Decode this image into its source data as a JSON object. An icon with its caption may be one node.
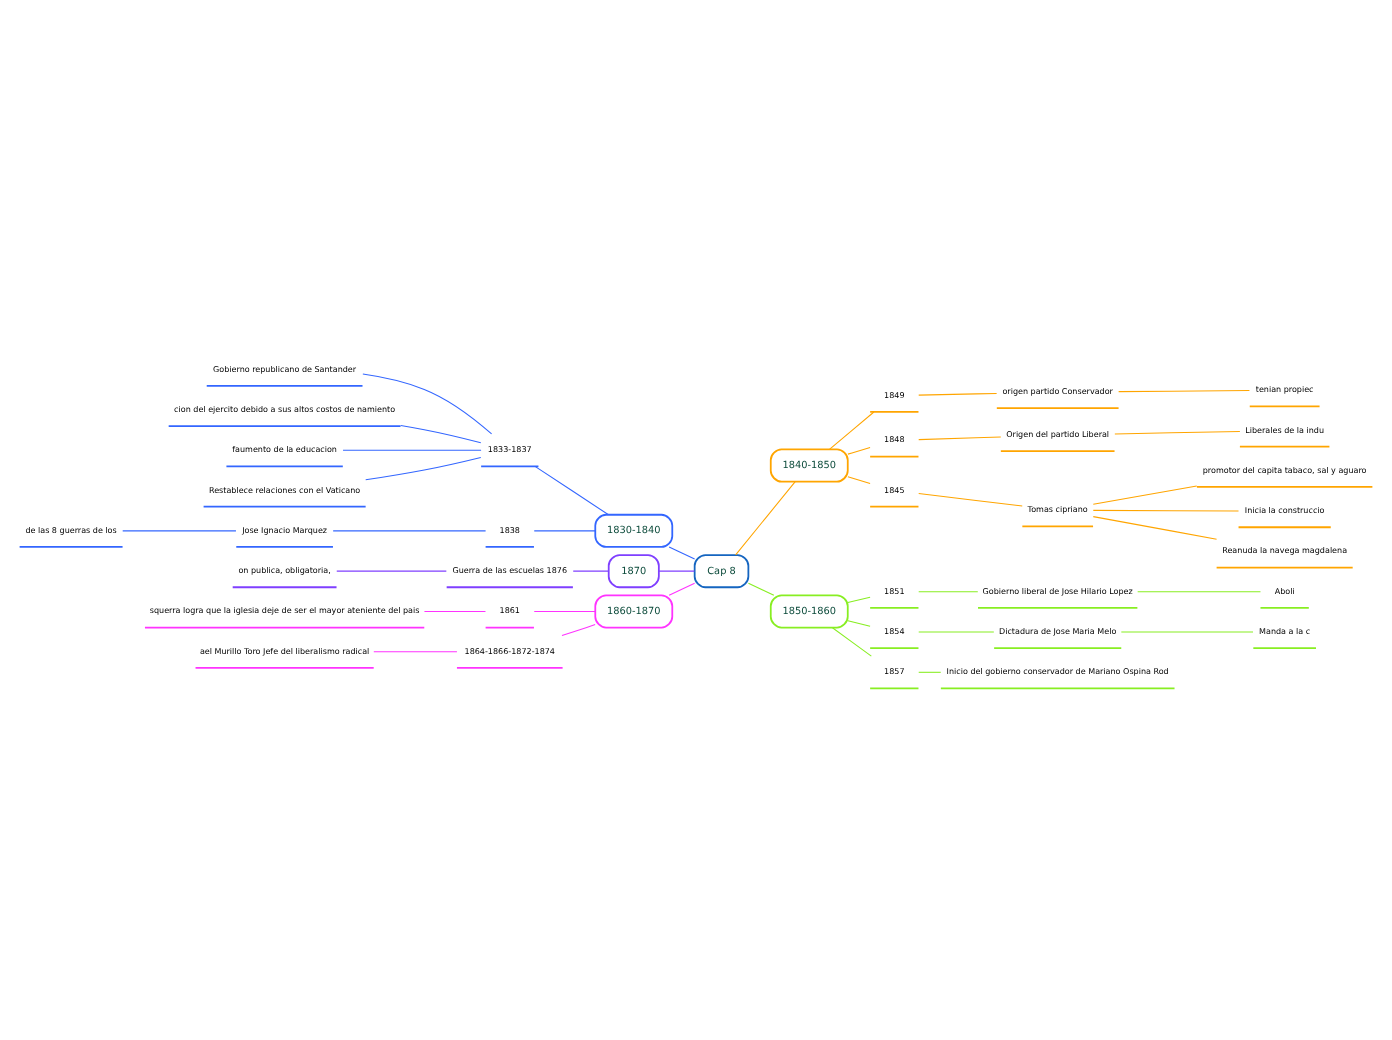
{
  "diagram": {
    "nodes": [
      {
        "text": [
          "Cap 8"
        ]
      },
      {
        "text": [
          "1830-1840"
        ]
      },
      {
        "text": [
          "1833-1837"
        ]
      },
      {
        "text": [
          "Gobierno republicano de Santander"
        ]
      },
      {
        "text": [
          "cion del ejercito debido a sus altos costos de namiento"
        ]
      },
      {
        "text": [
          "faumento de la educacion"
        ]
      },
      {
        "text": [
          "Restablece relaciones con el Vaticano"
        ]
      },
      {
        "text": [
          "1838"
        ]
      },
      {
        "text": [
          "Jose Ignacio Marquez"
        ]
      },
      {
        "text": [
          "de las 8 guerras de los"
        ]
      },
      {
        "text": [
          "1870"
        ]
      },
      {
        "text": [
          "Guerra de las escuelas 1876"
        ]
      },
      {
        "text": [
          "on publica, obligatoria,"
        ]
      },
      {
        "text": [
          "1860-1870"
        ]
      },
      {
        "text": [
          "1861"
        ]
      },
      {
        "text": [
          "squerra logra que la iglesia deje de ser el mayor ateniente del pais"
        ]
      },
      {
        "text": [
          "1864-1866-1872-1874"
        ]
      },
      {
        "text": [
          "ael Murillo Toro Jefe del liberalismo radical"
        ]
      },
      {
        "text": [
          "1840-1850"
        ]
      },
      {
        "text": [
          "1849"
        ]
      },
      {
        "text": [
          "origen partido Conservador"
        ]
      },
      {
        "text": [
          "tenian propiec"
        ]
      },
      {
        "text": [
          "1848"
        ]
      },
      {
        "text": [
          "Origen del partido Liberal"
        ]
      },
      {
        "text": [
          "Liberales de la indu"
        ]
      },
      {
        "text": [
          "1845"
        ]
      },
      {
        "text": [
          "Tomas cipriano"
        ]
      },
      {
        "text": [
          "promotor del capita tabaco, sal y aguaro"
        ]
      },
      {
        "text": [
          "Inicia la construccio"
        ]
      },
      {
        "text": [
          "Reanuda la navega magdalena"
        ]
      },
      {
        "text": [
          "1850-1860"
        ]
      },
      {
        "text": [
          "1851"
        ]
      },
      {
        "text": [
          "Gobierno liberal de Jose Hilario Lopez"
        ]
      },
      {
        "text": [
          "Aboli"
        ]
      },
      {
        "text": [
          "1854"
        ]
      },
      {
        "text": [
          "Dictadura de Jose Maria Melo"
        ]
      },
      {
        "text": [
          "Manda a la c"
        ]
      },
      {
        "text": [
          "1857"
        ]
      },
      {
        "text": [
          "Inicio del gobierno conservador de Mariano Ospina Rod"
        ]
      }
    ],
    "edges": [
      {
        "from": 0,
        "to": 1,
        "arrow": "none",
        "color": "#3366ff"
      },
      {
        "from": 1,
        "to": 2,
        "arrow": "none",
        "color": "#3366ff"
      },
      {
        "from": 2,
        "to": 3,
        "arrow": "none",
        "color": "#3366ff"
      },
      {
        "from": 2,
        "to": 4,
        "arrow": "none",
        "color": "#3366ff"
      },
      {
        "from": 2,
        "to": 5,
        "arrow": "none",
        "color": "#3366ff"
      },
      {
        "from": 2,
        "to": 6,
        "arrow": "none",
        "color": "#3366ff"
      },
      {
        "from": 1,
        "to": 7,
        "arrow": "none",
        "color": "#3366ff"
      },
      {
        "from": 7,
        "to": 8,
        "arrow": "none",
        "color": "#3366ff"
      },
      {
        "from": 8,
        "to": 9,
        "arrow": "none",
        "color": "#3366ff"
      },
      {
        "from": 0,
        "to": 10,
        "arrow": "none",
        "color": "#7f3fff"
      },
      {
        "from": 10,
        "to": 11,
        "arrow": "none",
        "color": "#7f3fff"
      },
      {
        "from": 11,
        "to": 12,
        "arrow": "none",
        "color": "#7f3fff"
      },
      {
        "from": 0,
        "to": 13,
        "arrow": "none",
        "color": "#ff33ff"
      },
      {
        "from": 13,
        "to": 14,
        "arrow": "none",
        "color": "#ff33ff"
      },
      {
        "from": 14,
        "to": 15,
        "arrow": "none",
        "color": "#ff33ff"
      },
      {
        "from": 13,
        "to": 16,
        "arrow": "none",
        "color": "#ff33ff"
      },
      {
        "from": 16,
        "to": 17,
        "arrow": "none",
        "color": "#ff33ff"
      },
      {
        "from": 0,
        "to": 18,
        "arrow": "none",
        "color": "#ffa500"
      },
      {
        "from": 18,
        "to": 19,
        "arrow": "none",
        "color": "#ffa500"
      },
      {
        "from": 19,
        "to": 20,
        "arrow": "none",
        "color": "#ffa500"
      },
      {
        "from": 20,
        "to": 21,
        "arrow": "none",
        "color": "#ffa500"
      },
      {
        "from": 18,
        "to": 22,
        "arrow": "none",
        "color": "#ffa500"
      },
      {
        "from": 22,
        "to": 23,
        "arrow": "none",
        "color": "#ffa500"
      },
      {
        "from": 23,
        "to": 24,
        "arrow": "none",
        "color": "#ffa500"
      },
      {
        "from": 18,
        "to": 25,
        "arrow": "none",
        "color": "#ffa500"
      },
      {
        "from": 25,
        "to": 26,
        "arrow": "none",
        "color": "#ffa500"
      },
      {
        "from": 26,
        "to": 27,
        "arrow": "none",
        "color": "#ffa500"
      },
      {
        "from": 26,
        "to": 28,
        "arrow": "none",
        "color": "#ffa500"
      },
      {
        "from": 26,
        "to": 29,
        "arrow": "none",
        "color": "#ffa500"
      },
      {
        "from": 0,
        "to": 30,
        "arrow": "none",
        "color": "#88ee22"
      },
      {
        "from": 30,
        "to": 31,
        "arrow": "none",
        "color": "#88ee22"
      },
      {
        "from": 31,
        "to": 32,
        "arrow": "none",
        "color": "#88ee22"
      },
      {
        "from": 32,
        "to": 33,
        "arrow": "none",
        "color": "#88ee22"
      },
      {
        "from": 30,
        "to": 34,
        "arrow": "none",
        "color": "#88ee22"
      },
      {
        "from": 34,
        "to": 35,
        "arrow": "none",
        "color": "#88ee22"
      },
      {
        "from": 35,
        "to": 36,
        "arrow": "none",
        "color": "#88ee22"
      },
      {
        "from": 30,
        "to": 37,
        "arrow": "none",
        "color": "#88ee22"
      },
      {
        "from": 37,
        "to": 38,
        "arrow": "none",
        "color": "#88ee22"
      }
    ]
  }
}
